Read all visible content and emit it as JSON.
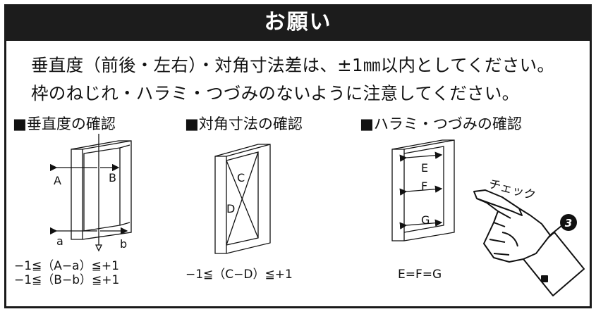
{
  "header": {
    "title": "お願い"
  },
  "body": {
    "line1": "垂直度（前後・左右）・対角寸法差は、±1㎜以内としてください。",
    "line2": "枠のねじれ・ハラミ・つづみのないように注意してください。"
  },
  "sections": [
    {
      "title": "■垂直度の確認"
    },
    {
      "title": "■対角寸法の確認"
    },
    {
      "title": "■ハラミ・つづみの確認"
    }
  ],
  "diagram_labels": {
    "A": "A",
    "B": "B",
    "a": "a",
    "b": "b",
    "C": "C",
    "D": "D",
    "E": "E",
    "F": "F",
    "G": "G"
  },
  "formulas": {
    "vertical_1": "−1≦（A−a）≦+1",
    "vertical_2": "−1≦（B−b）≦+1",
    "diagonal": "−1≦（C−D）≦+1",
    "bulge": "E=F=G"
  },
  "check": {
    "text": "チェック",
    "number": "3"
  }
}
